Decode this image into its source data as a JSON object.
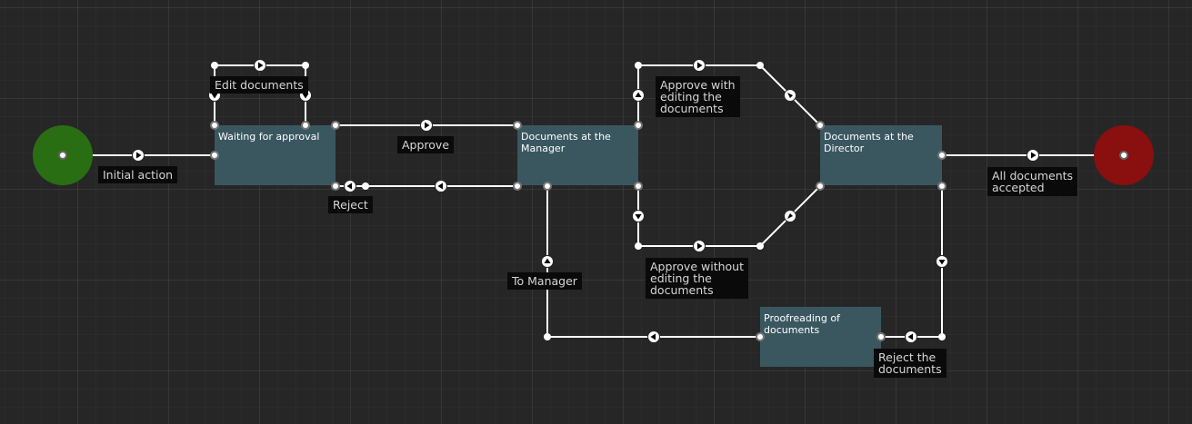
{
  "colors": {
    "start": "#2a6e14",
    "end": "#8a0f0f",
    "activity": "#3a5760",
    "line": "#ffffff",
    "label_bg": "#0a0a0a"
  },
  "nodes": {
    "waiting": "Waiting for approval",
    "manager": "Documents at the\nManager",
    "director": "Documents at the\nDirector",
    "proofreading": "Proofreading of\ndocuments"
  },
  "transitions": {
    "initial": "Initial action",
    "edit": "Edit documents",
    "approve": "Approve",
    "reject": "Reject",
    "approve_with_edit": "Approve with\nediting the\ndocuments",
    "approve_without_edit": "Approve without\nediting the\ndocuments",
    "to_manager": "To Manager",
    "reject_docs": "Reject the\ndocuments",
    "all_accepted": "All documents\naccepted"
  }
}
